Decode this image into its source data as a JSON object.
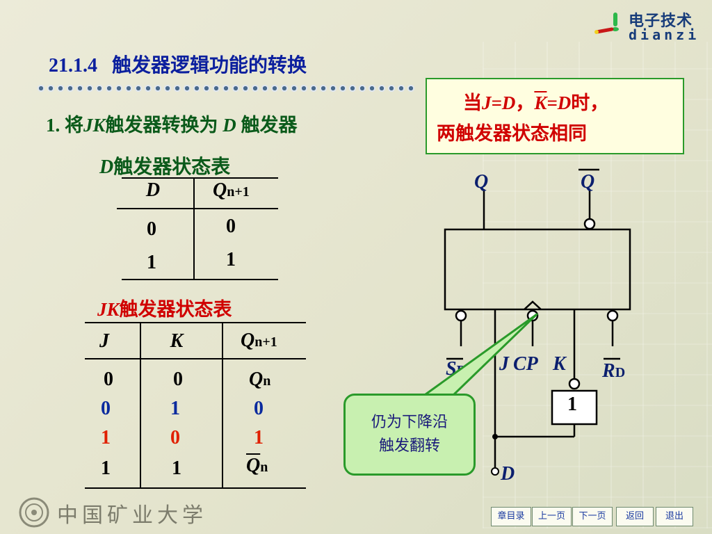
{
  "logo": {
    "cn": "电子技术",
    "en": "dianzi"
  },
  "title": {
    "number": "21.1.4",
    "text": "触发器逻辑功能的转换"
  },
  "section": {
    "prefix": "1. 将",
    "jk": "JK",
    "mid": "触发器转换为 ",
    "d": "D",
    "suffix": " 触发器"
  },
  "note": {
    "line1_a": "当",
    "line1_b": "J",
    "line1_c": "=",
    "line1_d": "D",
    "line1_e": "，",
    "line1_f": "K",
    "line1_g": "=",
    "line1_h": "D",
    "line1_i": "时，",
    "line2": "两触发器状态相同"
  },
  "d_table": {
    "title_italic": "D",
    "title_rest": "触发器状态表",
    "headers": {
      "d": "D",
      "q": "Q",
      "q_sub": "n+1"
    },
    "rows": [
      {
        "d": "0",
        "q": "0"
      },
      {
        "d": "1",
        "q": "1"
      }
    ]
  },
  "jk_table": {
    "title_italic": "JK",
    "title_rest": "触发器状态表",
    "headers": {
      "j": "J",
      "k": "K",
      "q": "Q",
      "q_sub": "n+1"
    },
    "rows": [
      {
        "j": "0",
        "k": "0",
        "q": "Q",
        "q_sub": "n"
      },
      {
        "j": "0",
        "k": "1",
        "q": "0"
      },
      {
        "j": "1",
        "k": "0",
        "q": "1"
      },
      {
        "j": "1",
        "k": "1",
        "q": "Q",
        "q_sub": "n"
      }
    ]
  },
  "circuit": {
    "q": "Q",
    "q_bar": "Q",
    "sd": "S",
    "sd_sub": "D",
    "j": "J",
    "cp": "CP",
    "k": "K",
    "rd": "R",
    "rd_sub": "D",
    "not_gate": "1",
    "d_input": "D"
  },
  "callout": {
    "line1": "仍为下降沿",
    "line2": "触发翻转"
  },
  "footer": {
    "university": "中国矿业大学"
  },
  "nav": [
    "章目录",
    "上一页",
    "下一页",
    "返回",
    "退出"
  ],
  "colors": {
    "title": "#0b1f9e",
    "green": "#0a5a1a",
    "red": "#d00000",
    "blue": "#0a2a9e"
  }
}
